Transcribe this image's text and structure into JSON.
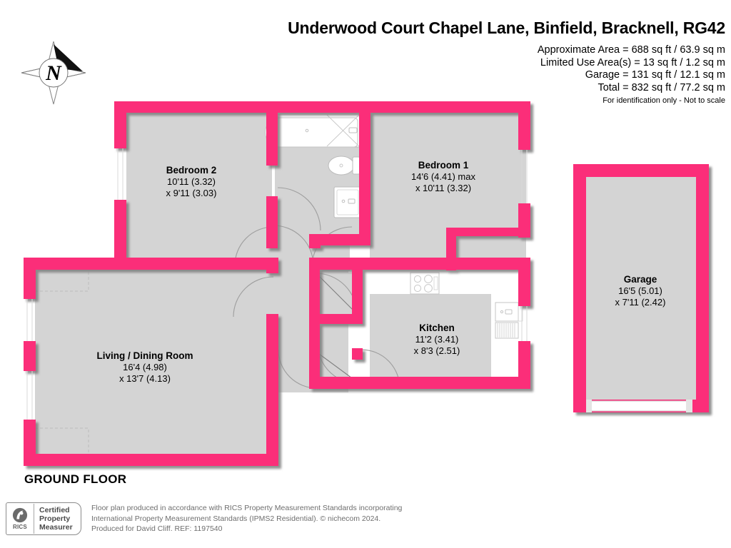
{
  "header": {
    "title": "Underwood Court Chapel Lane, Binfield, Bracknell, RG42",
    "areas": [
      "Approximate Area = 688 sq ft / 63.9 sq m",
      "Limited Use Area(s) = 13 sq ft / 1.2 sq m",
      "Garage = 131 sq ft / 12.1 sq m",
      "Total = 832 sq ft / 77.2 sq m"
    ],
    "disclaimer": "For identification only - Not to scale"
  },
  "compass": {
    "label": "N",
    "icon": "compass-rose-icon"
  },
  "floor": {
    "caption": "GROUND FLOOR"
  },
  "rooms": [
    {
      "key": "bedroom2",
      "name": "Bedroom 2",
      "dim1": "10'11 (3.32)",
      "dim2": "x 9'11 (3.03)"
    },
    {
      "key": "bedroom1",
      "name": "Bedroom 1",
      "dim1": "14'6 (4.41) max",
      "dim2": "x 10'11 (3.32)"
    },
    {
      "key": "living",
      "name": "Living / Dining Room",
      "dim1": "16'4 (4.98)",
      "dim2": "x 13'7 (4.13)"
    },
    {
      "key": "kitchen",
      "name": "Kitchen",
      "dim1": "11'2 (3.41)",
      "dim2": "x 8'3 (2.51)"
    },
    {
      "key": "garage",
      "name": "Garage",
      "dim1": "16'5 (5.01)",
      "dim2": "x 7'11 (2.42)"
    }
  ],
  "fixtures": {
    "bath": "bathtub-icon",
    "wc": "toilet-icon",
    "basin": "washbasin-icon",
    "hob": "cooker-hob-icon",
    "sink": "kitchen-sink-icon"
  },
  "footer": {
    "badge": {
      "mark": "RICS",
      "line1": "Certified",
      "line2": "Property",
      "line3": "Measurer"
    },
    "note_line1": "Floor plan produced in accordance with RICS Property Measurement Standards incorporating",
    "note_line2": "International Property Measurement Standards (IPMS2 Residential).    © nichecom 2024.",
    "note_line3": "Produced for David Cliff.   REF: 1197540"
  },
  "colors": {
    "wall": "#FB2E79",
    "room_fill": "#D4D4D4",
    "fixture_fill": "#FFFFFF",
    "fixture_stroke": "#B5B5B5",
    "shadow": "#8d8d8d",
    "text": "#000000"
  }
}
